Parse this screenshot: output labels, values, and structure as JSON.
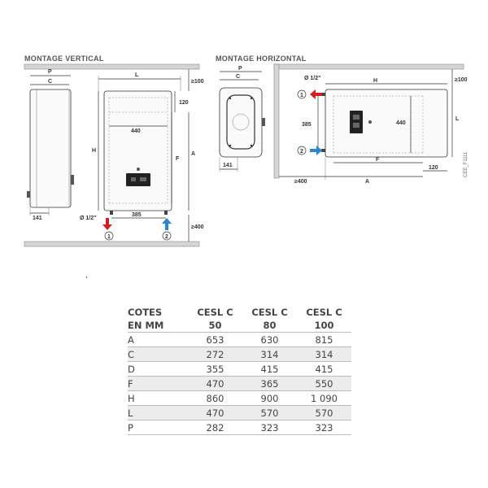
{
  "diagram": {
    "vertical_title": "MONTAGE VERTICAL",
    "horizontal_title": "MONTAGE HORIZONTAL",
    "code": "CEE_F1111",
    "labels": {
      "P": "P",
      "C": "C",
      "L": "L",
      "H": "H",
      "A": "A",
      "F": "F",
      "d100": "≥100",
      "d400": "≥400",
      "n120": "120",
      "n440": "440",
      "n141": "141",
      "n385": "385",
      "pipe": "Ø 1/2\"",
      "in1": "1",
      "in2": "2"
    },
    "colors": {
      "inlet_red": "#d42020",
      "outlet_blue": "#2a86d0",
      "wall": "#d5d5d5"
    }
  },
  "stray_mark": ",",
  "table": {
    "header": {
      "col0": [
        "COTES",
        "EN MM"
      ],
      "col1": [
        "CESL C",
        "50"
      ],
      "col2": [
        "CESL C",
        "80"
      ],
      "col3": [
        "CESL C",
        "100"
      ]
    },
    "rows": [
      {
        "label": "A",
        "v": [
          "653",
          "630",
          "815"
        ]
      },
      {
        "label": "C",
        "v": [
          "272",
          "314",
          "314"
        ]
      },
      {
        "label": "D",
        "v": [
          "355",
          "415",
          "415"
        ]
      },
      {
        "label": "F",
        "v": [
          "470",
          "365",
          "550"
        ]
      },
      {
        "label": "H",
        "v": [
          "860",
          "900",
          "1 090"
        ]
      },
      {
        "label": "L",
        "v": [
          "470",
          "570",
          "570"
        ]
      },
      {
        "label": "P",
        "v": [
          "282",
          "323",
          "323"
        ]
      }
    ]
  }
}
